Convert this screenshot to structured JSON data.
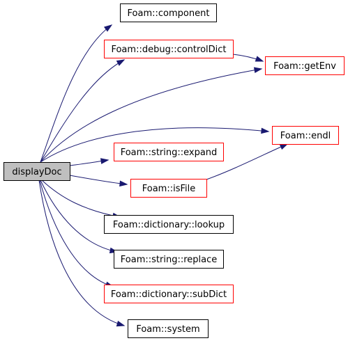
{
  "graph": {
    "root": "displayDoc",
    "nodes": [
      {
        "id": "displayDoc",
        "label": "displayDoc",
        "fill": "#bfbfbf",
        "border": "#000000"
      },
      {
        "id": "component",
        "label": "Foam::component",
        "fill": "#ffffff",
        "border": "#000000"
      },
      {
        "id": "controlDict",
        "label": "Foam::debug::controlDict",
        "fill": "#ffffff",
        "border": "#ff0000"
      },
      {
        "id": "getEnv",
        "label": "Foam::getEnv",
        "fill": "#ffffff",
        "border": "#ff0000"
      },
      {
        "id": "endl",
        "label": "Foam::endl",
        "fill": "#ffffff",
        "border": "#ff0000"
      },
      {
        "id": "expand",
        "label": "Foam::string::expand",
        "fill": "#ffffff",
        "border": "#ff0000"
      },
      {
        "id": "isFile",
        "label": "Foam::isFile",
        "fill": "#ffffff",
        "border": "#ff0000"
      },
      {
        "id": "lookup",
        "label": "Foam::dictionary::lookup",
        "fill": "#ffffff",
        "border": "#000000"
      },
      {
        "id": "replace",
        "label": "Foam::string::replace",
        "fill": "#ffffff",
        "border": "#000000"
      },
      {
        "id": "subDict",
        "label": "Foam::dictionary::subDict",
        "fill": "#ffffff",
        "border": "#ff0000"
      },
      {
        "id": "system",
        "label": "Foam::system",
        "fill": "#ffffff",
        "border": "#000000"
      }
    ],
    "edges": [
      {
        "from": "displayDoc",
        "to": "component"
      },
      {
        "from": "displayDoc",
        "to": "controlDict"
      },
      {
        "from": "displayDoc",
        "to": "getEnv"
      },
      {
        "from": "displayDoc",
        "to": "endl"
      },
      {
        "from": "displayDoc",
        "to": "expand"
      },
      {
        "from": "displayDoc",
        "to": "isFile"
      },
      {
        "from": "displayDoc",
        "to": "lookup"
      },
      {
        "from": "displayDoc",
        "to": "replace"
      },
      {
        "from": "displayDoc",
        "to": "subDict"
      },
      {
        "from": "displayDoc",
        "to": "system"
      },
      {
        "from": "controlDict",
        "to": "getEnv"
      },
      {
        "from": "isFile",
        "to": "endl"
      }
    ],
    "edge_color": "#191970"
  }
}
